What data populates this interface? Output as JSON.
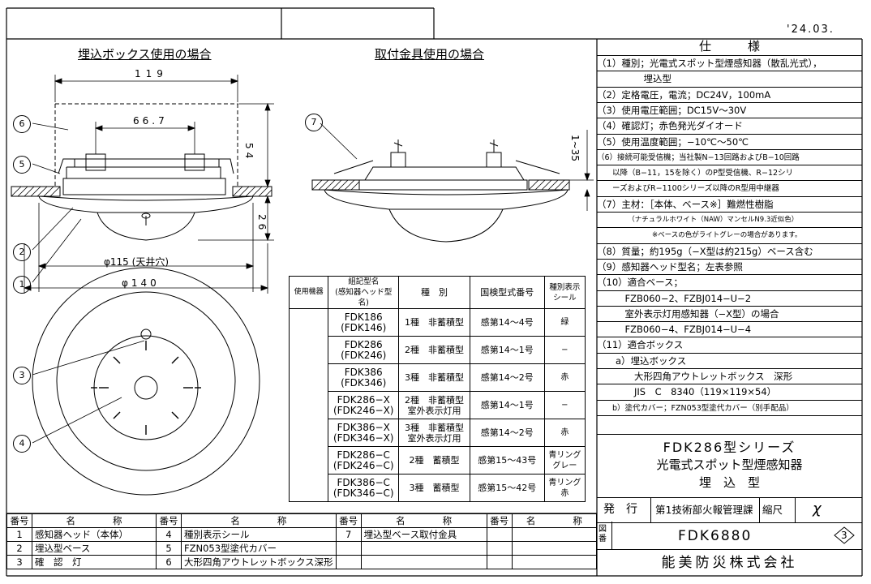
{
  "doc": {
    "date": "'24.03.",
    "left_title": "埋込ボックス使用の場合",
    "right_title": "取付金具使用の場合"
  },
  "dims": {
    "d119": "119",
    "d667": "66.7",
    "d54": "54",
    "d26": "26",
    "d135": "1~35",
    "d115": "φ115 (天井穴)",
    "d140": "φ140"
  },
  "callouts": [
    "1",
    "2",
    "3",
    "4",
    "5",
    "6",
    "7"
  ],
  "spec": {
    "heading": "仕　　　様",
    "lines": [
      "（1）種別；光電式スポット型煙感知器（散乱光式），",
      "　　　　　埋込型",
      "（2）定格電圧，電流；DC24V，100mA",
      "（3）使用電圧範囲；DC15V〜30V",
      "（4）確認灯；赤色発光ダイオード",
      "（5）使用温度範囲；−10℃〜50℃",
      "（6）接続可能受信機；当社製N−13回路およびB−10回路",
      "　　以降（B−11，15を除く）のP型受信機、R−12シリ",
      "　　ーズおよびR−1100シリーズ以降のR型用中継器",
      "（7）主材：［本体、ベース※］難燃性樹脂",
      "　　　　　（ナチュラルホワイト（NAW）マンセルN9.3近似色）",
      "　　　　　　　　※ベースの色がライトグレーの場合があります。",
      "（8）質量；約195g（−X型は約215g）ベース含む",
      "（9）感知器ヘッド型名；左表参照",
      "（10）適合ベース；",
      "　　　FZB060−2、FZBJ014−U−2",
      "　　　室外表示灯用感知器（−X型）の場合",
      "　　　FZB060−4、FZBJ014−U−4",
      "（11）適合ボックス",
      "　　a）埋込ボックス",
      "　　　　大形四角アウトレットボックス　深形",
      "　　　　JIS　C　8340（119×119×54）",
      "　　b）塗代カバー；FZN053型塗代カバー（別手配品）"
    ]
  },
  "series": {
    "line1": "FDK286型シリーズ",
    "line2": "光電式スポット型煙感知器",
    "line3": "埋　込　型"
  },
  "title_block": {
    "issue_label": "発　行",
    "dept": "第1技術部火報管理課",
    "scale_label": "縮尺",
    "scale_value": "χ",
    "drawing_label": "図番",
    "drawing_no": "FDK6880",
    "revision": "3",
    "company": "能美防災株式会社"
  },
  "model_table": {
    "headers": [
      "使用機器",
      "組記型名\n(感知器ヘッド型名)",
      "種　別",
      "国検型式番号",
      "種別表示\nシール"
    ],
    "rows": [
      {
        "model": "FDK186\n(FDK146)",
        "type": "1種　非蓄積型",
        "cert": "感第14〜4号",
        "seal": "緑"
      },
      {
        "model": "FDK286\n(FDK246)",
        "type": "2種　非蓄積型",
        "cert": "感第14〜1号",
        "seal": "−"
      },
      {
        "model": "FDK386\n(FDK346)",
        "type": "3種　非蓄積型",
        "cert": "感第14〜2号",
        "seal": "赤"
      },
      {
        "model": "FDK286−X\n(FDK246−X)",
        "type": "2種　非蓄積型\n室外表示灯用",
        "cert": "感第14〜1号",
        "seal": "−"
      },
      {
        "model": "FDK386−X\n(FDK346−X)",
        "type": "3種　非蓄積型\n室外表示灯用",
        "cert": "感第14〜2号",
        "seal": "赤"
      },
      {
        "model": "FDK286−C\n(FDK246−C)",
        "type": "2種　蓄積型",
        "cert": "感第15〜43号",
        "seal": "青リング\nグレー"
      },
      {
        "model": "FDK386−C\n(FDK346−C)",
        "type": "3種　蓄積型",
        "cert": "感第15〜42号",
        "seal": "青リング\n赤"
      }
    ]
  },
  "parts_table": {
    "h_no": "番号",
    "h_name": "名　　　　称",
    "rows": [
      [
        "1",
        "感知器ヘッド（本体）",
        "4",
        "種別表示シール",
        "7",
        "埋込型ベース取付金具",
        "",
        ""
      ],
      [
        "2",
        "埋込型ベース",
        "5",
        "FZN053型塗代カバー",
        "",
        "",
        "",
        ""
      ],
      [
        "3",
        "確　認　灯",
        "6",
        "大形四角アウトレットボックス深形",
        "",
        "",
        "",
        ""
      ]
    ]
  }
}
